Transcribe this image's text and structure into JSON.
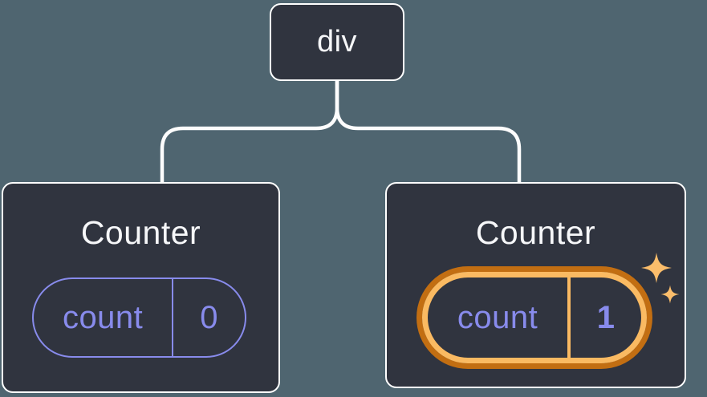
{
  "colors": {
    "background": "#4F6570",
    "node-fill": "#30343F",
    "node-border": "#FFFFFF",
    "connector": "#FDFDFD",
    "title-text": "#F6F7F9",
    "purple": "#888BEC",
    "orange-light": "#FABA62",
    "orange-dark": "#C26E12",
    "sparkle": "#FBBD6B"
  },
  "tree": {
    "root": {
      "label": "div"
    },
    "children": {
      "left": {
        "title": "Counter",
        "state_key": "count",
        "state_value": "0"
      },
      "right": {
        "title": "Counter",
        "state_key": "count",
        "state_value": "1"
      }
    }
  }
}
